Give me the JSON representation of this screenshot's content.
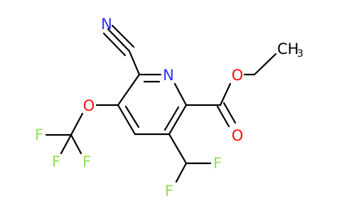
{
  "molecule": {
    "atoms": {
      "nitrile_n": "N",
      "ring_n": "N",
      "ether_o": "O",
      "ester_o_single": "O",
      "ester_o_double": "O",
      "cf3_f_left": "F",
      "cf3_f_bottom_left": "F",
      "cf3_f_bottom_right": "F",
      "chf2_f_right": "F",
      "chf2_f_bottom": "F",
      "methyl_c": "CH",
      "methyl_sub": "3"
    },
    "colors": {
      "nitrogen": "#2c2cff",
      "oxygen": "#ff0d0d",
      "fluorine": "#90e050",
      "carbon": "#000000",
      "bond": "#000000"
    }
  }
}
